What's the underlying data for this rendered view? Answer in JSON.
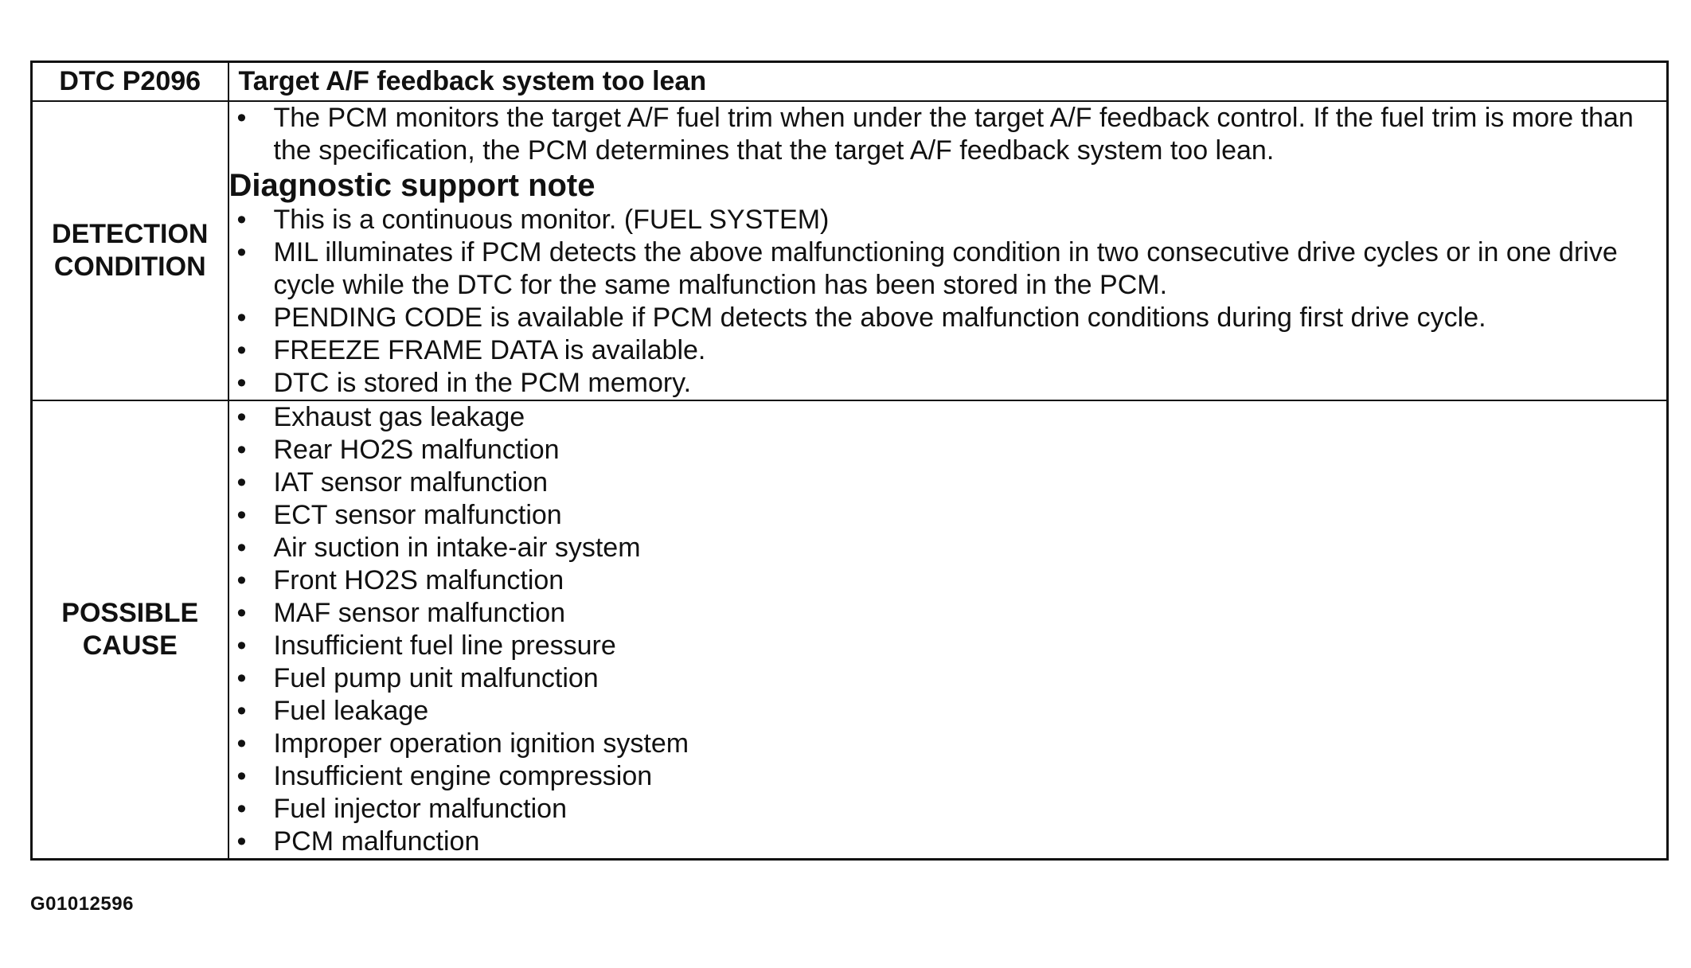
{
  "table": {
    "header": {
      "code": "DTC P2096",
      "title": "Target A/F feedback system too lean"
    },
    "detection": {
      "label_line1": "DETECTION",
      "label_line2": "CONDITION",
      "intro_bullets": [
        "The PCM monitors the target A/F fuel trim when under the target A/F feedback control. If the fuel trim is more than the specification, the PCM determines that the target A/F feedback system too lean."
      ],
      "subheading": "Diagnostic support note",
      "note_bullets": [
        "This is a continuous monitor. (FUEL SYSTEM)",
        "MIL illuminates if PCM detects the above malfunctioning condition in two consecutive drive cycles or in one drive cycle while the DTC for the same malfunction has been stored in the PCM.",
        "PENDING CODE is available if PCM detects the above malfunction conditions during first drive cycle.",
        "FREEZE FRAME DATA is available.",
        "DTC is stored in the PCM memory."
      ]
    },
    "possible_cause": {
      "label_line1": "POSSIBLE",
      "label_line2": "CAUSE",
      "bullets": [
        "Exhaust gas leakage",
        "Rear HO2S malfunction",
        "IAT sensor malfunction",
        "ECT sensor malfunction",
        "Air suction in intake-air system",
        "Front HO2S malfunction",
        "MAF sensor malfunction",
        "Insufficient fuel line pressure",
        "Fuel pump unit malfunction",
        "Fuel leakage",
        "Improper operation ignition system",
        "Insufficient engine compression",
        "Fuel injector malfunction",
        "PCM malfunction"
      ]
    }
  },
  "figure_id": "G01012596",
  "bullet_glyph": "•"
}
